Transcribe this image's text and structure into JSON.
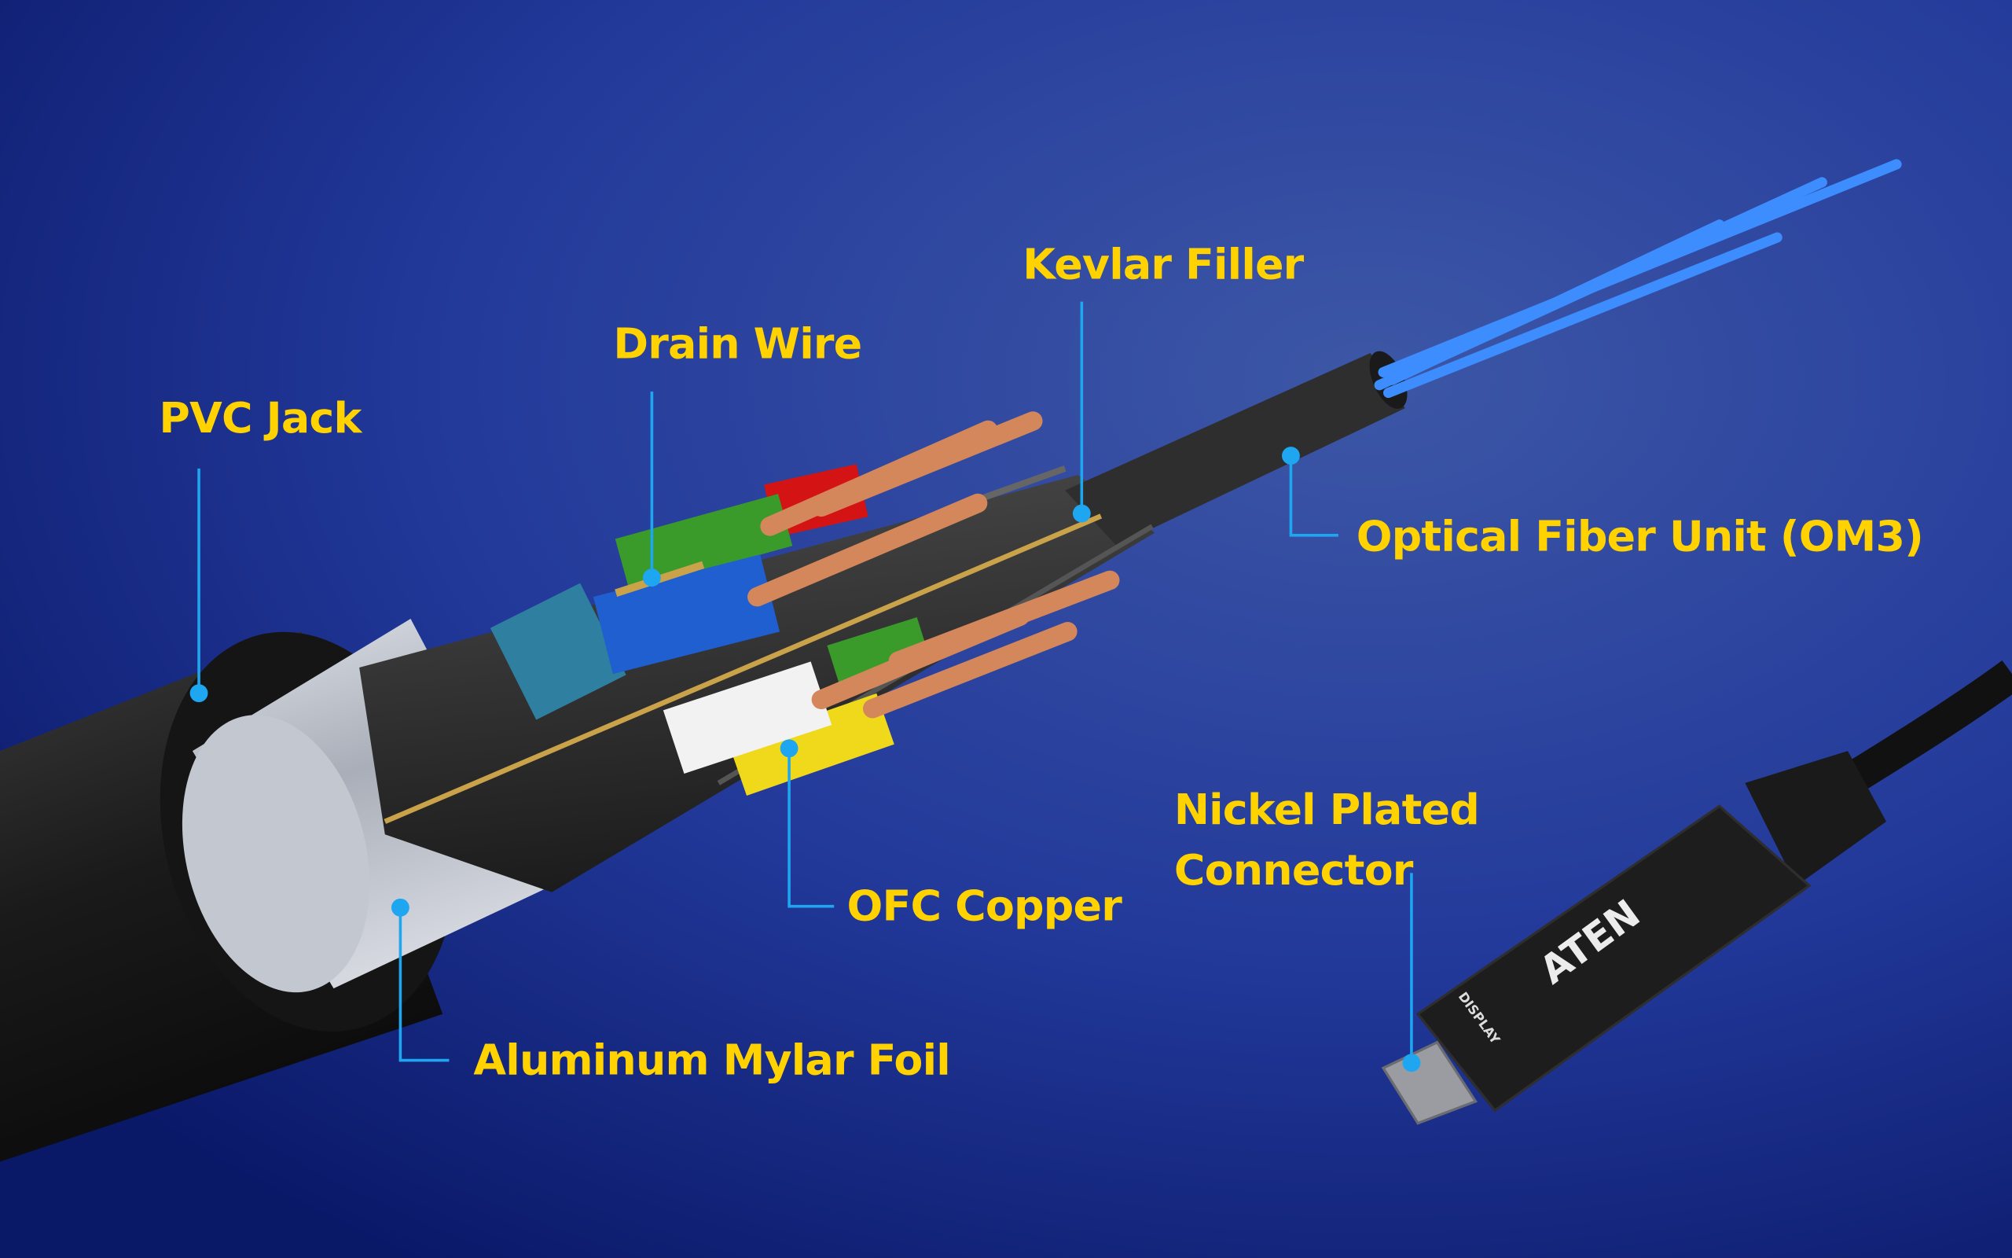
{
  "title": "Fiber optic cable structure",
  "colors": {
    "label": "#FFD200",
    "leader": "#1EA6F0",
    "background_center": "#3d57a6",
    "background_edge": "#0a1868",
    "fiber": "#3d8dff",
    "copper": "#d4875a"
  },
  "labels": {
    "pvc_jack": "PVC Jack",
    "drain_wire": "Drain Wire",
    "kevlar_filler": "Kevlar Filler",
    "optical_fiber_unit": "Optical Fiber Unit (OM3)",
    "ofc_copper": "OFC Copper",
    "aluminum_mylar_foil": "Aluminum Mylar Foil",
    "nickel_plated_connector": {
      "line1": "Nickel Plated",
      "line2": "Connector"
    }
  },
  "connector": {
    "brand": "ATEN",
    "marking": "DISPLAY"
  }
}
